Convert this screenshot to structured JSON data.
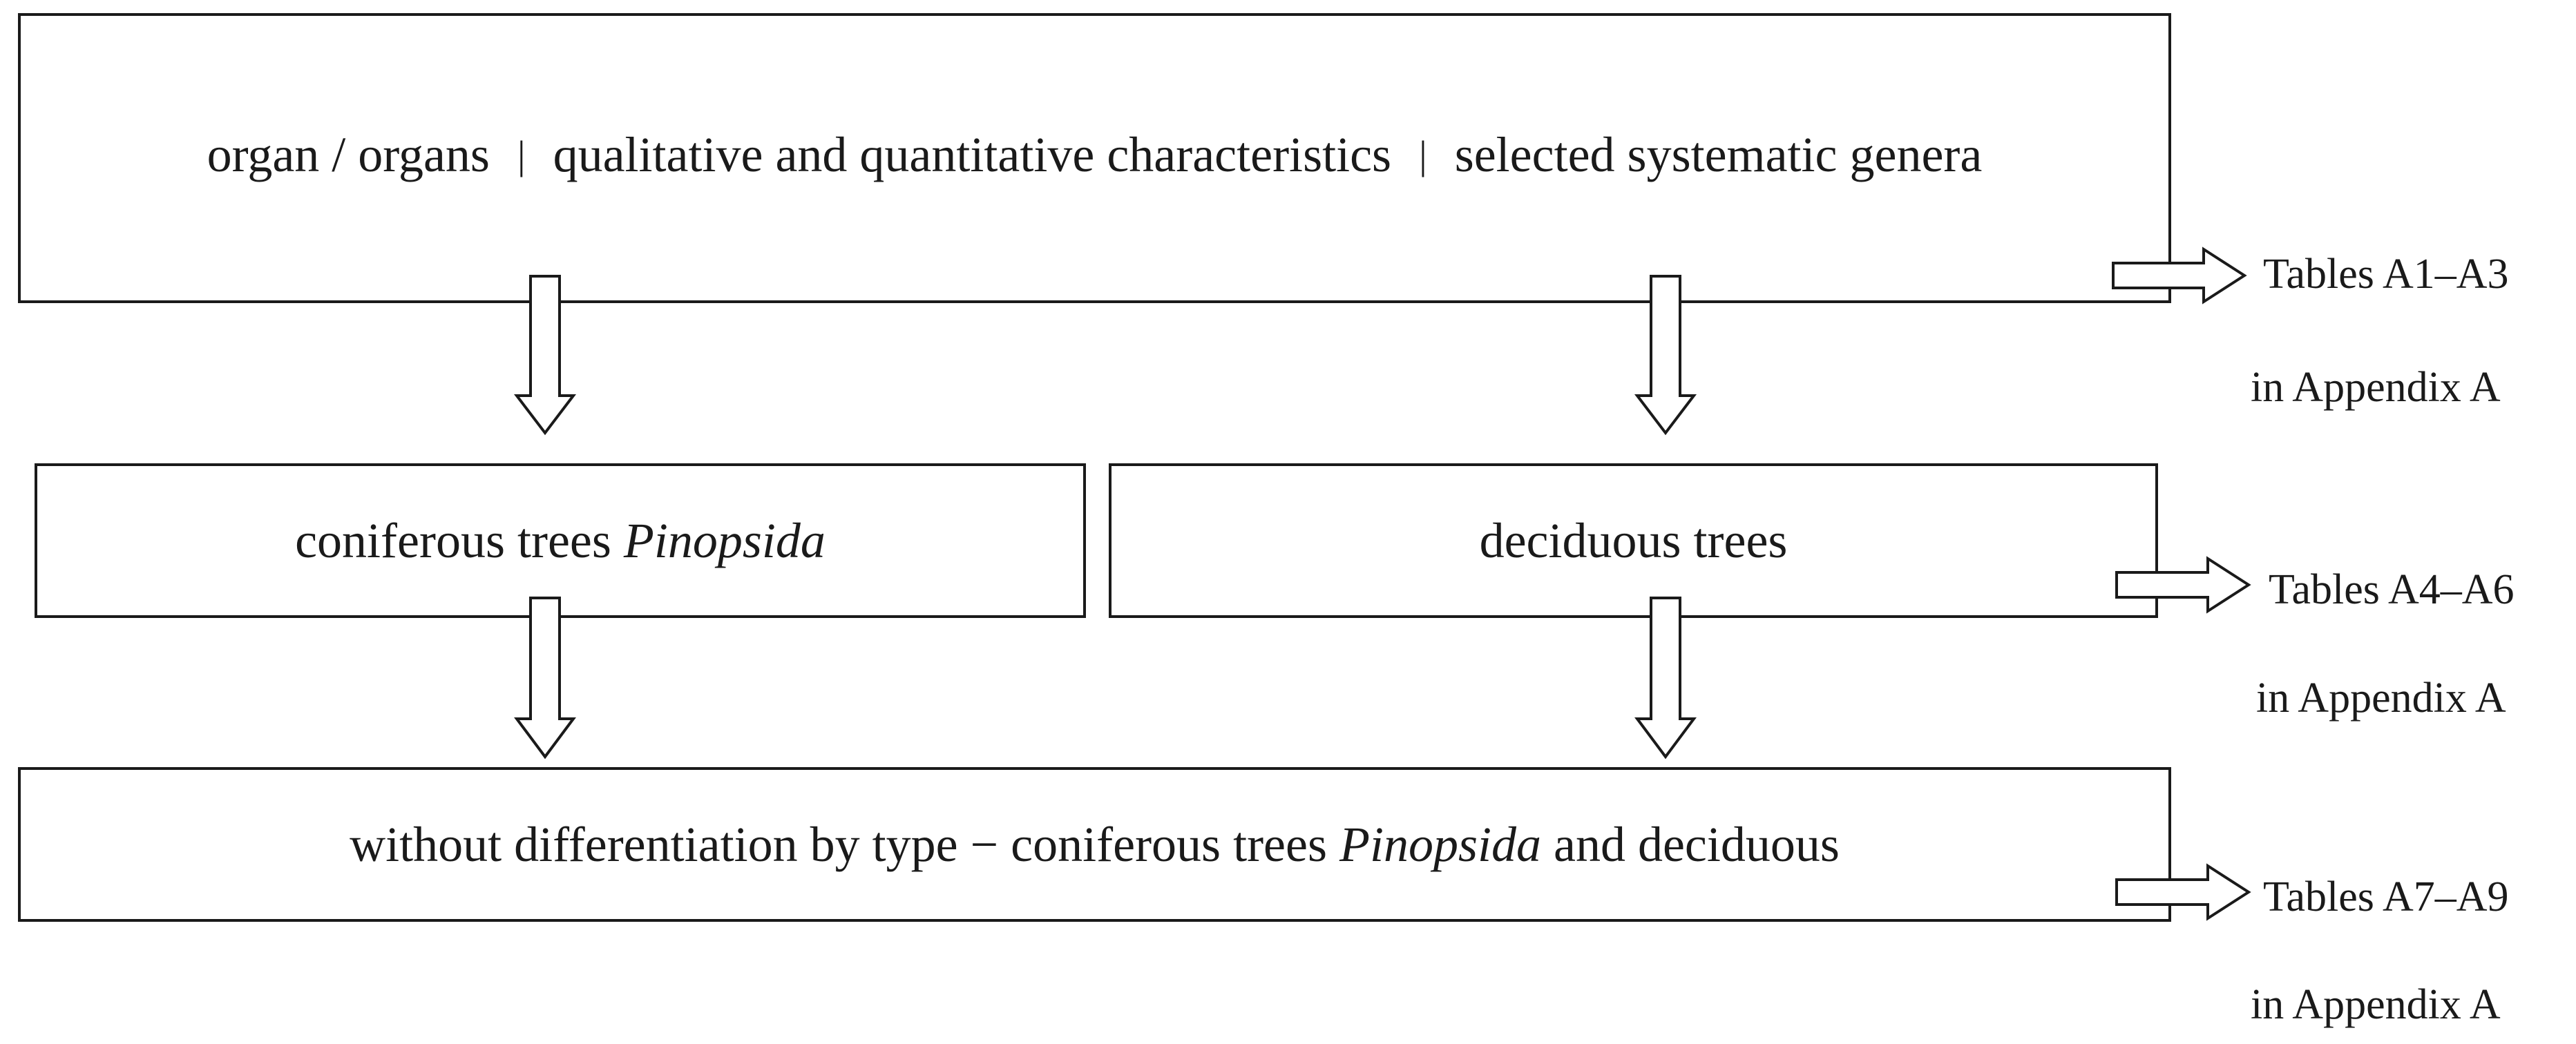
{
  "boxes": {
    "top": {
      "parts": [
        "organ / organs",
        "qualitative and quantitative characteristics",
        "selected systematic genera"
      ],
      "separator": "|"
    },
    "conifer": {
      "prefix": "coniferous trees ",
      "italic": "Pinopsida"
    },
    "deciduous": {
      "text": "deciduous trees"
    },
    "bottom": {
      "prefix": "without differentiation by type − coniferous trees ",
      "italic": "Pinopsida",
      "suffix": " and deciduous"
    }
  },
  "references": [
    {
      "tables": "Tables A1–A3",
      "where": "in Appendix A"
    },
    {
      "tables": "Tables A4–A6",
      "where": "in Appendix A"
    },
    {
      "tables": "Tables A7–A9",
      "where": "in Appendix A"
    }
  ],
  "colors": {
    "stroke": "#1a1a1a",
    "background": "#ffffff"
  }
}
